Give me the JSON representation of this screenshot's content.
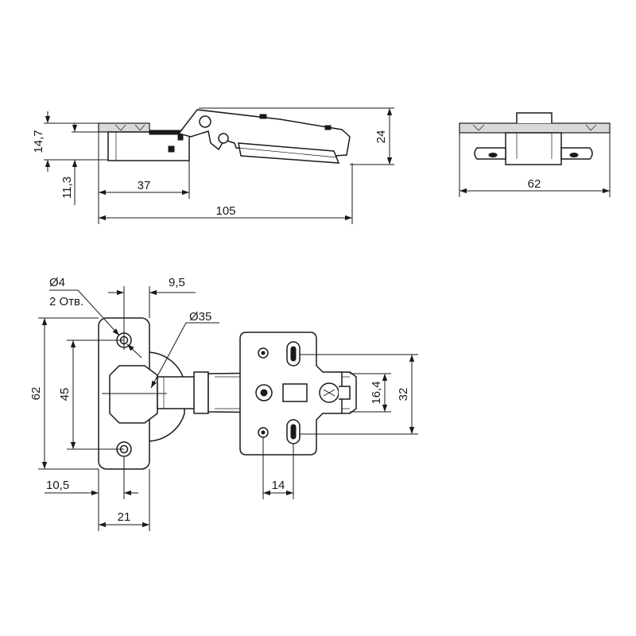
{
  "drawing": {
    "side_view": {
      "dims": {
        "d_14_7": "14,7",
        "d_11_3": "11,3",
        "d_37": "37",
        "d_105": "105",
        "d_24": "24"
      }
    },
    "end_view": {
      "dims": {
        "d_62": "62"
      }
    },
    "top_view": {
      "dims": {
        "hole_dia": "Ø4",
        "hole_count": "2 Отв.",
        "d_9_5": "9,5",
        "cup_dia": "Ø35",
        "d_62": "62",
        "d_45": "45",
        "d_10_5": "10,5",
        "d_21": "21",
        "d_14": "14",
        "d_16_4": "16,4",
        "d_32": "32"
      }
    }
  }
}
